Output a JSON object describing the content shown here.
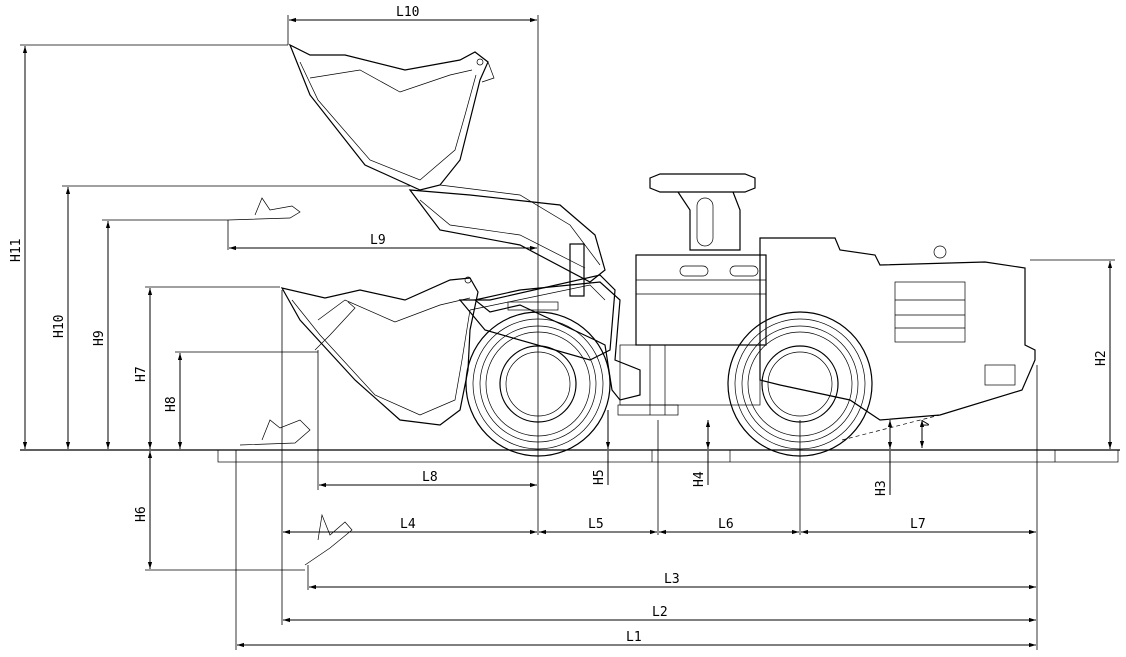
{
  "labels": {
    "L1": "L1",
    "L2": "L2",
    "L3": "L3",
    "L4": "L4",
    "L5": "L5",
    "L6": "L6",
    "L7": "L7",
    "L8": "L8",
    "L9": "L9",
    "L10": "L10",
    "H2": "H2",
    "H3": "H3",
    "H4": "H4",
    "H5": "H5",
    "H6": "H6",
    "H7": "H7",
    "H8": "H8",
    "H9": "H9",
    "H10": "H10",
    "H11": "H11",
    "angle": "V"
  }
}
